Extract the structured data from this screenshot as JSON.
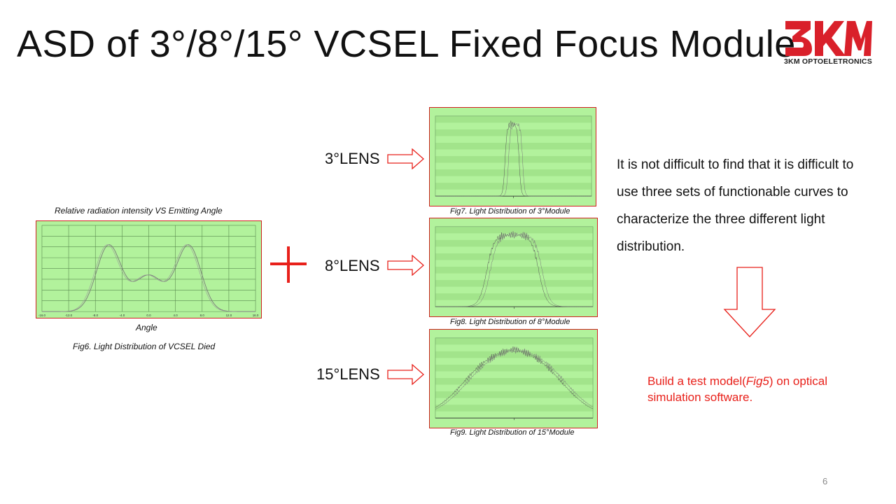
{
  "slide": {
    "title": "ASD of 3°/8°/15° VCSEL Fixed Focus Module",
    "page_number": "6",
    "logo": {
      "mark": "3KM",
      "subtitle": "3KM OPTOELETRONICS",
      "color": "#d9202a"
    },
    "left_chart": {
      "caption_top": "Relative radiation intensity VS Emitting Angle",
      "axis_label": "Angle",
      "caption_bottom": "Fig6. Light Distribution  of VCSEL Died",
      "tick_labels": [
        "-16.0",
        "-12.0",
        "-8.0",
        "-4.0",
        "0.0",
        "4.0",
        "8.0",
        "12.0",
        "16.0"
      ]
    },
    "plus_sign": "+",
    "lenses": [
      {
        "label": "3°LENS",
        "caption": "Fig7. Light Distribution of 3°Module",
        "spread_deg": 3
      },
      {
        "label": "8°LENS",
        "caption": "Fig8. Light Distribution of 8°Module",
        "spread_deg": 8
      },
      {
        "label": "15°LENS",
        "caption": "Fig9. Light Distribution of 15°Module",
        "spread_deg": 15
      }
    ],
    "description": "It is not difficult to find that it is difficult to use three sets of functionable curves to characterize the three different light distribution.",
    "conclusion_parts": {
      "before": "Build a test model(",
      "italic": "Fig5",
      "after": ") on optical simulation software."
    },
    "colors": {
      "accent_red": "#e8201a",
      "chart_fill": "#b2f29c",
      "chart_border": "#d02020"
    }
  }
}
